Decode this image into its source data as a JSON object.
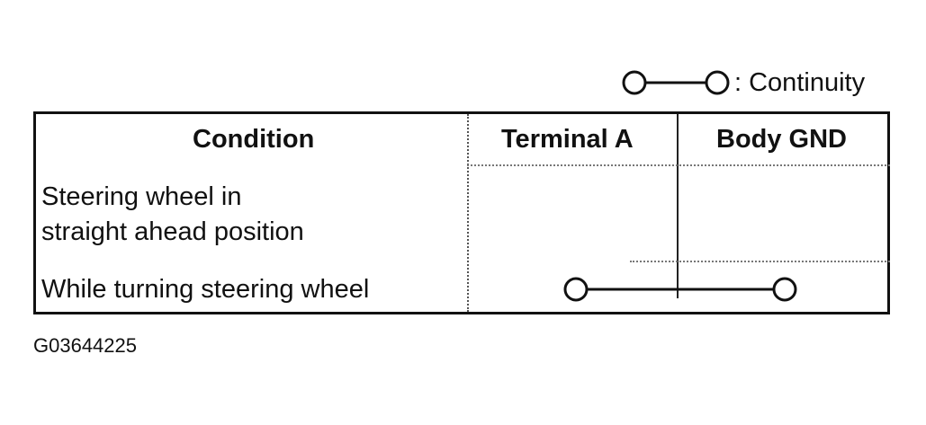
{
  "legend": {
    "text": ": Continuity"
  },
  "table": {
    "headers": [
      "Condition",
      "Terminal A",
      "Body GND"
    ],
    "rows": [
      {
        "condition_line1": "Steering wheel in",
        "condition_line2": "straight ahead position",
        "continuity": false
      },
      {
        "condition_line1": "While turning steering wheel",
        "continuity": true
      }
    ]
  },
  "figure_id": "G03644225"
}
